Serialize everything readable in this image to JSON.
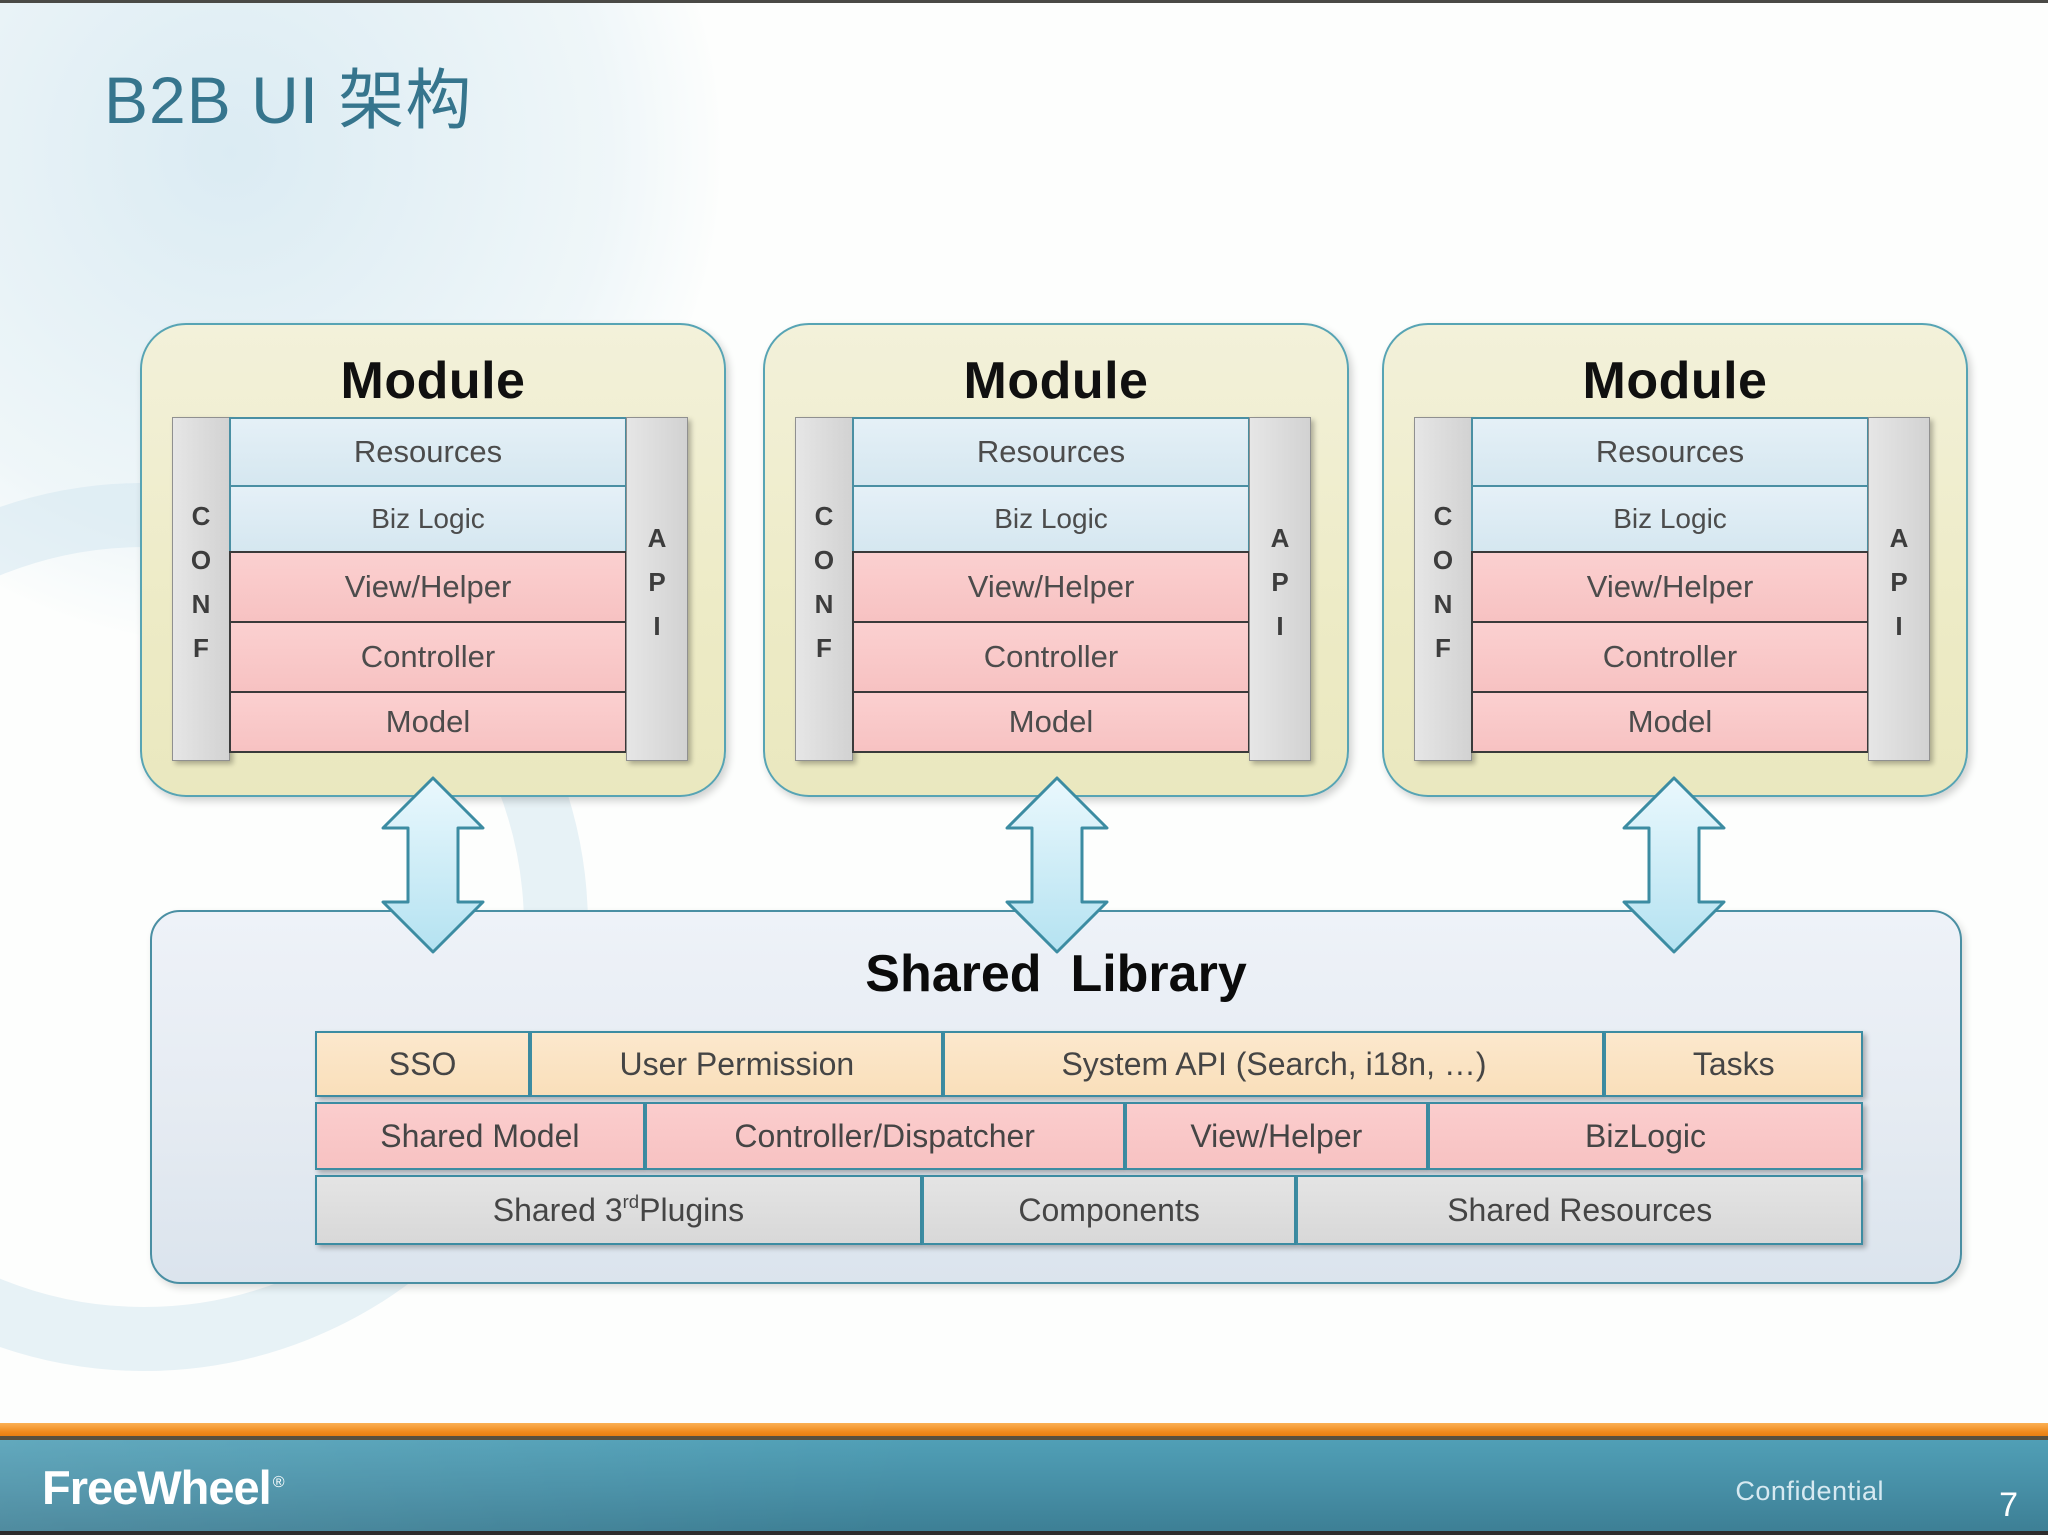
{
  "slide": {
    "title": "B2B UI 架构"
  },
  "modules": [
    {
      "title": "Module",
      "conf_label": "CONF",
      "api_label": "API",
      "rows": [
        "Resources",
        "Biz Logic",
        "View/Helper",
        "Controller",
        "Model"
      ]
    },
    {
      "title": "Module",
      "conf_label": "CONF",
      "api_label": "API",
      "rows": [
        "Resources",
        "Biz Logic",
        "View/Helper",
        "Controller",
        "Model"
      ]
    },
    {
      "title": "Module",
      "conf_label": "CONF",
      "api_label": "API",
      "rows": [
        "Resources",
        "Biz Logic",
        "View/Helper",
        "Controller",
        "Model"
      ]
    }
  ],
  "shared_library": {
    "title": "Shared  Library",
    "row1": [
      "SSO",
      "User Permission",
      "System API (Search, i18n, …)",
      "Tasks"
    ],
    "row2": [
      "Shared Model",
      "Controller/Dispatcher",
      "View/Helper",
      "BizLogic"
    ],
    "row3_plugins": {
      "prefix": "Shared 3",
      "sup": "rd",
      "suffix": " Plugins"
    },
    "row3": [
      "Components",
      "Shared Resources"
    ]
  },
  "footer": {
    "logo": "FreeWheel",
    "registered": "®",
    "confidential": "Confidential",
    "page": "7"
  },
  "colors": {
    "title_teal": "#36758d",
    "accent_teal_border": "#4a8fa3",
    "module_bg_yellow": "#edebc6",
    "row_blue": "#d9e9f2",
    "row_pink": "#f9c6c6",
    "bar_gray": "#d8d8d8",
    "cell_tan": "#fbe3c3",
    "cell_gray": "#dddddd",
    "shared_bg": "#e9eef5",
    "arrow_blue": "#cdecf8",
    "footer_teal": "#468ea5",
    "footer_orange": "#f08a1c"
  }
}
